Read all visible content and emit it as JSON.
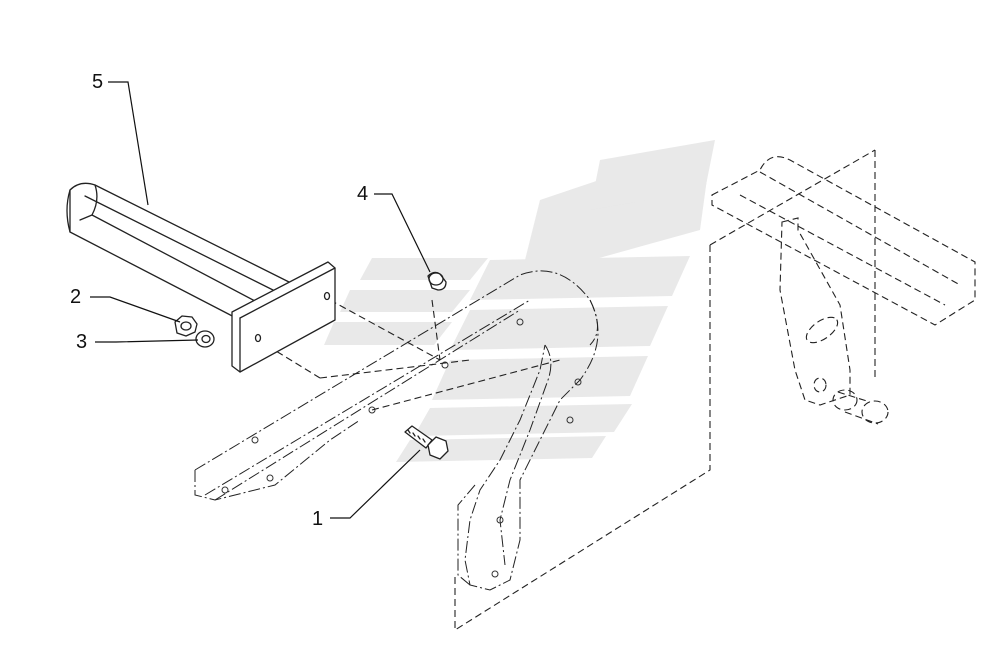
{
  "callouts": {
    "c1": "1",
    "c2": "2",
    "c3": "3",
    "c4": "4",
    "c5": "5"
  },
  "colors": {
    "line": "#222222",
    "watermark": "#e9e9e9"
  }
}
